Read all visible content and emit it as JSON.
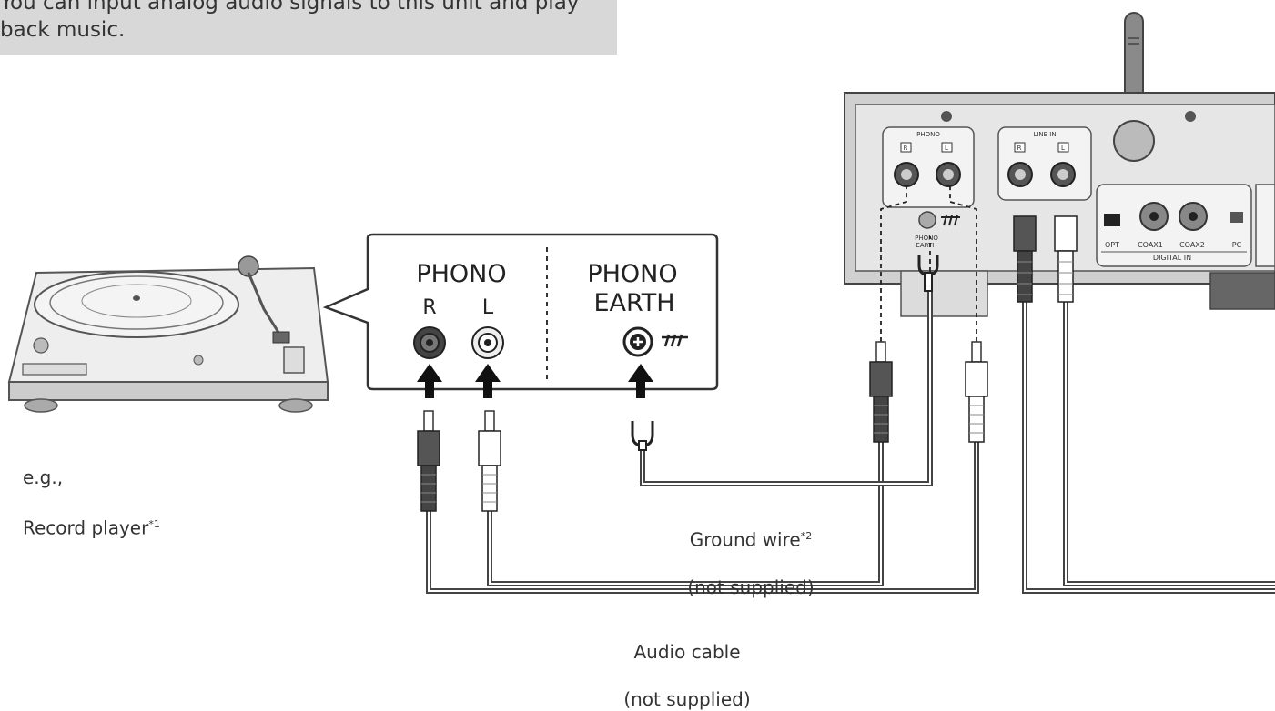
{
  "intro": {
    "text": "You can input analog audio signals to this unit and play\nback music."
  },
  "callout": {
    "phono_title": "PHONO",
    "phono_r": "R",
    "phono_l": "L",
    "earth_title_1": "PHONO",
    "earth_title_2": "EARTH"
  },
  "record_player": {
    "line1": "e.g.,",
    "line2": "Record player",
    "footnote": "*1"
  },
  "ground_wire": {
    "line1": "Ground wire",
    "footnote": "*2",
    "line2": "(not supplied)"
  },
  "audio_cable": {
    "line1": "Audio cable",
    "line2": "(not supplied)"
  },
  "panel": {
    "phono": "PHONO",
    "line_in": "LINE IN",
    "r": "R",
    "l": "L",
    "phono_earth_1": "PHONO",
    "phono_earth_2": "EARTH",
    "opt": "OPT",
    "coax1": "COAX1",
    "coax2": "COAX2",
    "pc": "PC",
    "digital_in": "DIGITAL IN"
  }
}
